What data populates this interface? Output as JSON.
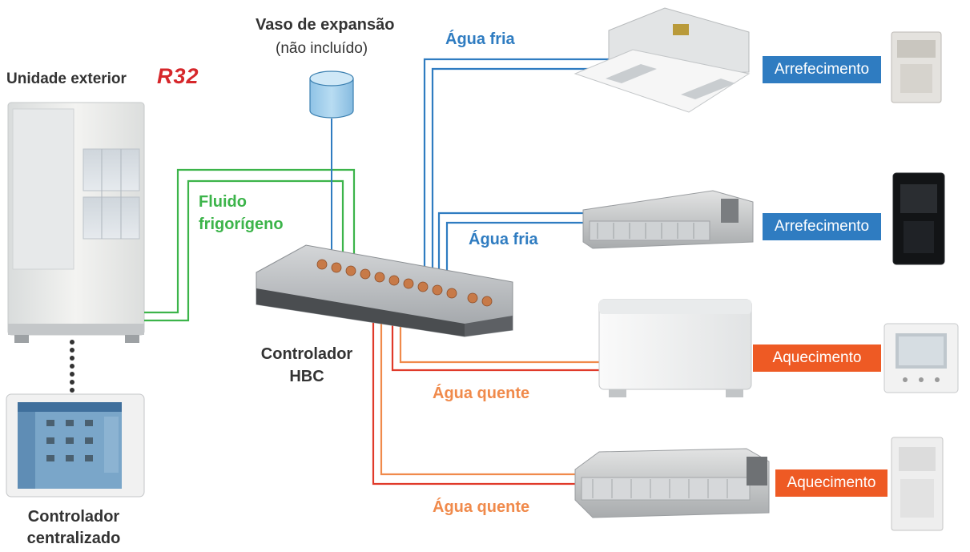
{
  "labels": {
    "expansion_vessel_title": "Vaso de expansão",
    "expansion_vessel_note": "(não incluído)",
    "outdoor_unit": "Unidade exterior",
    "r32_badge": "R32",
    "refrigerant_line1": "Fluido",
    "refrigerant_line2": "frigorígeno",
    "hbc_line1": "Controlador",
    "hbc_line2": "HBC",
    "central_line1": "Controlador",
    "central_line2": "centralizado",
    "cold_water_1": "Água fria",
    "cold_water_2": "Água fria",
    "hot_water_1": "Água quente",
    "hot_water_2": "Água quente"
  },
  "modes": [
    {
      "label": "Arrefecimento",
      "color": "#2f7cc1"
    },
    {
      "label": "Arrefecimento",
      "color": "#2f7cc1"
    },
    {
      "label": "Aquecimento",
      "color": "#ee5a24"
    },
    {
      "label": "Aquecimento",
      "color": "#ee5a24"
    }
  ],
  "colors": {
    "refrigerant": "#3cb44a",
    "cold_water": "#2f7cc1",
    "hot_water": "#e03a2a",
    "hot_label": "#f08a4b",
    "heating_tag": "#ee5a24",
    "cooling_tag": "#2f7cc1"
  }
}
